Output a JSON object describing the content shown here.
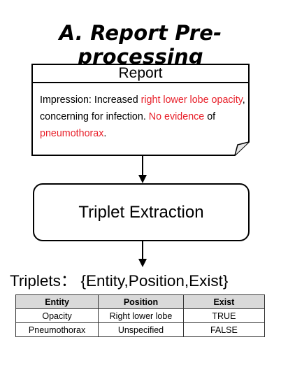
{
  "title": "A. Report Pre-processing",
  "report": {
    "header": "Report",
    "body_segments": [
      {
        "text": "Impression: Increased ",
        "red": false
      },
      {
        "text": "right lower lobe opacity",
        "red": true
      },
      {
        "text": ", concerning for infection. ",
        "red": false
      },
      {
        "text": "No evidence",
        "red": true
      },
      {
        "text": " of ",
        "red": false
      },
      {
        "text": "pneumothorax",
        "red": true
      },
      {
        "text": ".",
        "red": false
      }
    ],
    "highlight_color": "#e8202a"
  },
  "extraction_box": {
    "label": "Triplet Extraction"
  },
  "triplets": {
    "label": "Triplets：",
    "schema": "{Entity,Position,Exist}",
    "columns": [
      "Entity",
      "Position",
      "Exist"
    ],
    "rows": [
      [
        "Opacity",
        "Right lower lobe",
        "TRUE"
      ],
      [
        "Pneumothorax",
        "Unspecified",
        "FALSE"
      ]
    ],
    "header_bg": "#d9d9d9"
  }
}
